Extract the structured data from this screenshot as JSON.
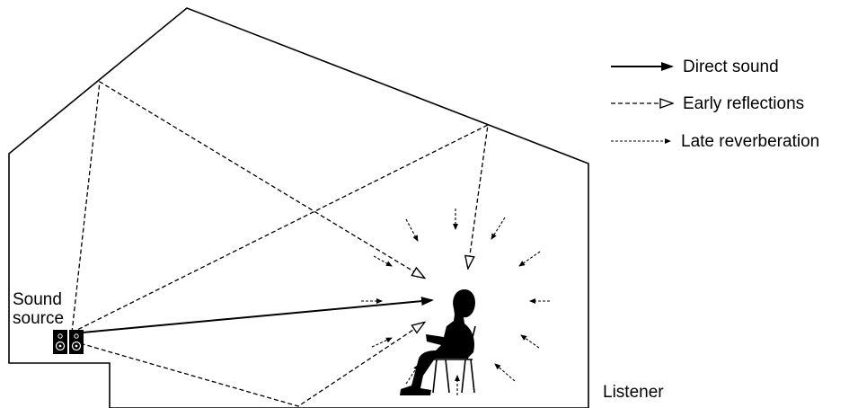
{
  "legend": {
    "direct": "Direct sound",
    "early": "Early reflections",
    "late": "Late reverberation"
  },
  "labels": {
    "source_line1": "Sound",
    "source_line2": "source",
    "listener": "Listener"
  },
  "colors": {
    "ink": "#000000",
    "background": "#ffffff"
  }
}
